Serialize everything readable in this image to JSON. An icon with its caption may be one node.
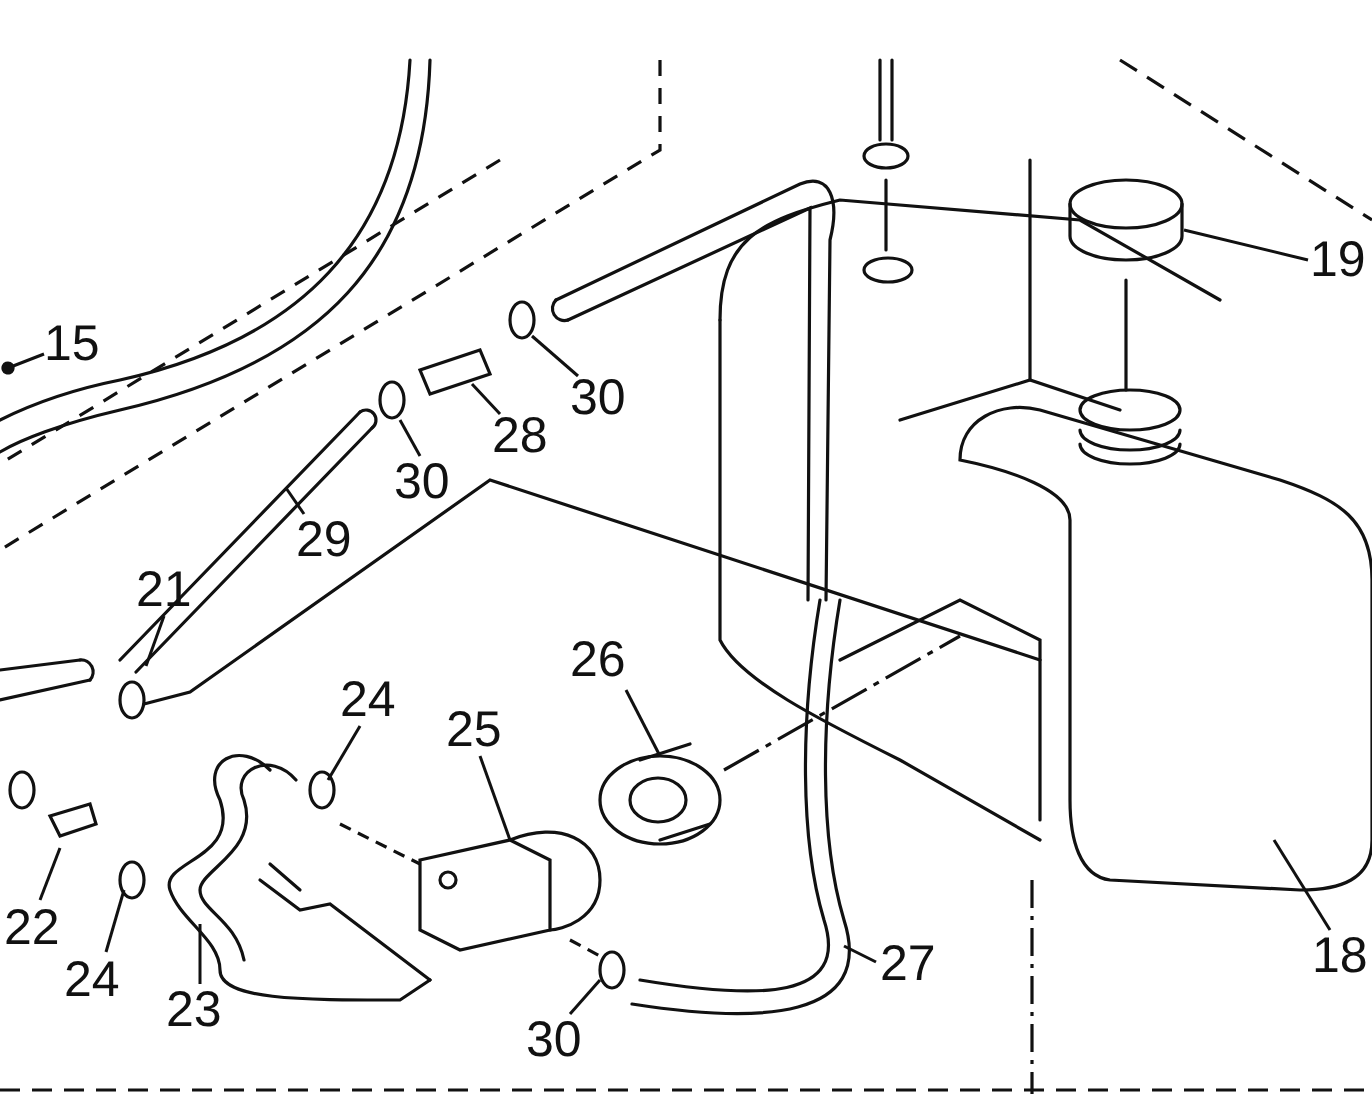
{
  "diagram": {
    "nodes": [
      {
        "text": [
          "19"
        ]
      },
      {
        "text": [
          "15"
        ]
      },
      {
        "text": [
          "30"
        ]
      },
      {
        "text": [
          "28"
        ]
      },
      {
        "text": [
          "30"
        ]
      },
      {
        "text": [
          "29"
        ]
      },
      {
        "text": [
          "21"
        ]
      },
      {
        "text": [
          "26"
        ]
      },
      {
        "text": [
          "24"
        ]
      },
      {
        "text": [
          "25"
        ]
      },
      {
        "text": [
          "22"
        ]
      },
      {
        "text": [
          "24"
        ]
      },
      {
        "text": [
          "27"
        ]
      },
      {
        "text": [
          "18"
        ]
      },
      {
        "text": [
          "23"
        ]
      },
      {
        "text": [
          "30"
        ]
      }
    ],
    "edges": [
      {
        "from": 0,
        "to": null,
        "arrow": "none"
      },
      {
        "from": 1,
        "to": null,
        "arrow": "other"
      },
      {
        "from": 2,
        "to": null,
        "arrow": "none"
      },
      {
        "from": 3,
        "to": null,
        "arrow": "none"
      },
      {
        "from": 4,
        "to": null,
        "arrow": "none"
      },
      {
        "from": 5,
        "to": null,
        "arrow": "none"
      },
      {
        "from": 6,
        "to": null,
        "arrow": "none"
      },
      {
        "from": 7,
        "to": null,
        "arrow": "none"
      },
      {
        "from": 8,
        "to": null,
        "arrow": "none"
      },
      {
        "from": 9,
        "to": null,
        "arrow": "none"
      },
      {
        "from": 10,
        "to": null,
        "arrow": "none"
      },
      {
        "from": 11,
        "to": null,
        "arrow": "none"
      },
      {
        "from": 12,
        "to": null,
        "arrow": "none"
      },
      {
        "from": 13,
        "to": null,
        "arrow": "none"
      },
      {
        "from": 14,
        "to": null,
        "arrow": "none"
      },
      {
        "from": 15,
        "to": null,
        "arrow": "none"
      }
    ]
  }
}
